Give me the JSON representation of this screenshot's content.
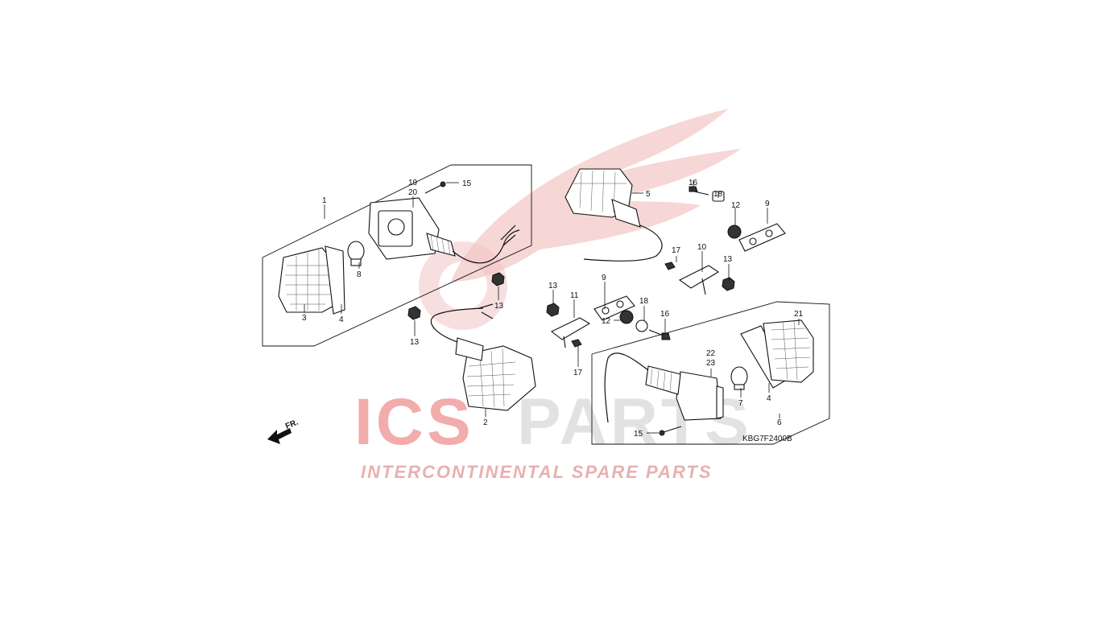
{
  "watermark": {
    "brand_red": "ICS",
    "brand_grey": "PARTS",
    "tagline": "INTERCONTINENTAL SPARE PARTS",
    "colors": {
      "red": "#e86a6a",
      "grey": "#d9d9d9",
      "wing": "#f3c4c4"
    }
  },
  "diagram": {
    "code": "KBG7F2400B",
    "direction_label": "FR.",
    "callouts": {
      "c1": "1",
      "c19": "19",
      "c20": "20",
      "c15a": "15",
      "c8": "8",
      "c3": "3",
      "c4a": "4",
      "c13a": "13",
      "c13b": "13",
      "c2": "2",
      "c5": "5",
      "c16a": "16",
      "c18a": "18",
      "c12a": "12",
      "c9a": "9",
      "c17a": "17",
      "c10": "10",
      "c13c": "13",
      "c13d": "13",
      "c11": "11",
      "c9b": "9",
      "c12b": "12",
      "c18b": "18",
      "c16b": "16",
      "c17b": "17",
      "c22": "22",
      "c23": "23",
      "c21": "21",
      "c7": "7",
      "c4b": "4",
      "c6": "6",
      "c15b": "15"
    }
  }
}
